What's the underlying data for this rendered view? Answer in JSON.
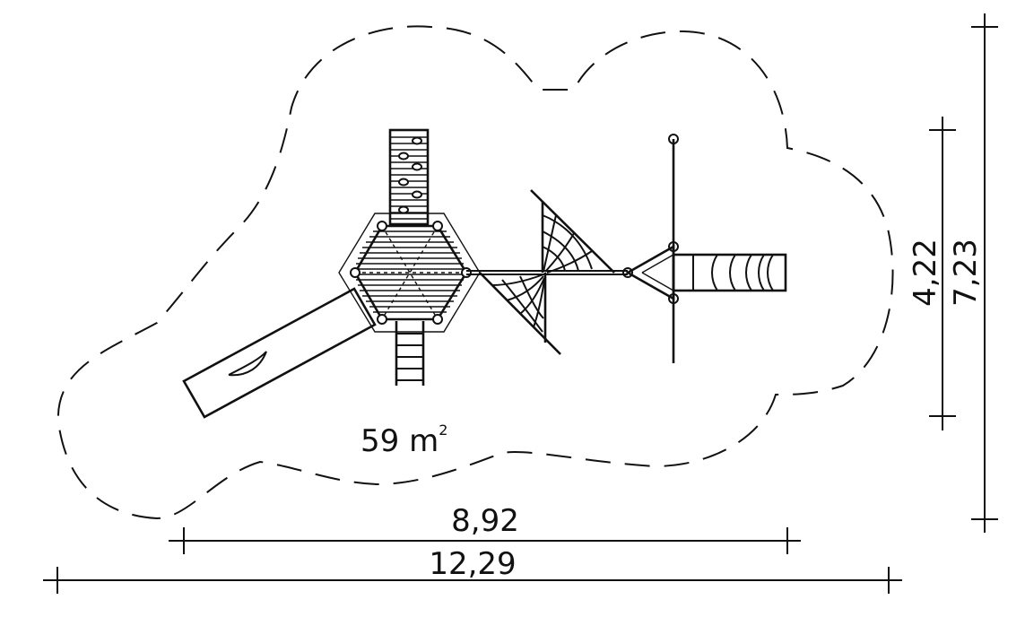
{
  "drawing": {
    "area_value": "59 m",
    "area_unit_sup": "2",
    "dimensions": {
      "inner_width": "8,92",
      "outer_width": "12,29",
      "inner_height": "4,22",
      "outer_height": "7,23"
    }
  },
  "colors": {
    "line": "#111111",
    "background": "#ffffff"
  }
}
